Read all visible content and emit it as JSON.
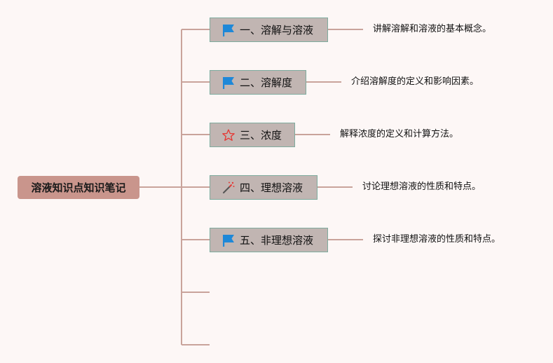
{
  "root": {
    "label": "溶液知识点知识笔记"
  },
  "topics": [
    {
      "label": "一、溶解与溶液",
      "icon": "blue-flag-icon",
      "description": "讲解溶解和溶液的基本概念。"
    },
    {
      "label": "二、溶解度",
      "icon": "blue-flag-icon",
      "description": "介绍溶解度的定义和影响因素。"
    },
    {
      "label": "三、浓度",
      "icon": "red-star-icon",
      "description": "解释浓度的定义和计算方法。"
    },
    {
      "label": "四、理想溶液",
      "icon": "magic-wand-icon",
      "description": "讨论理想溶液的性质和特点。"
    },
    {
      "label": "五、非理想溶液",
      "icon": "blue-flag-icon",
      "description": "探讨非理想溶液的性质和特点。"
    }
  ],
  "colors": {
    "background": "#fdf7f6",
    "connector": "#c9a39b",
    "root_fill": "#c9958c",
    "topic_fill": "#c1b5b2",
    "topic_border": "#7eab9e",
    "flag": "#1e88d8",
    "star": "#e53935"
  }
}
